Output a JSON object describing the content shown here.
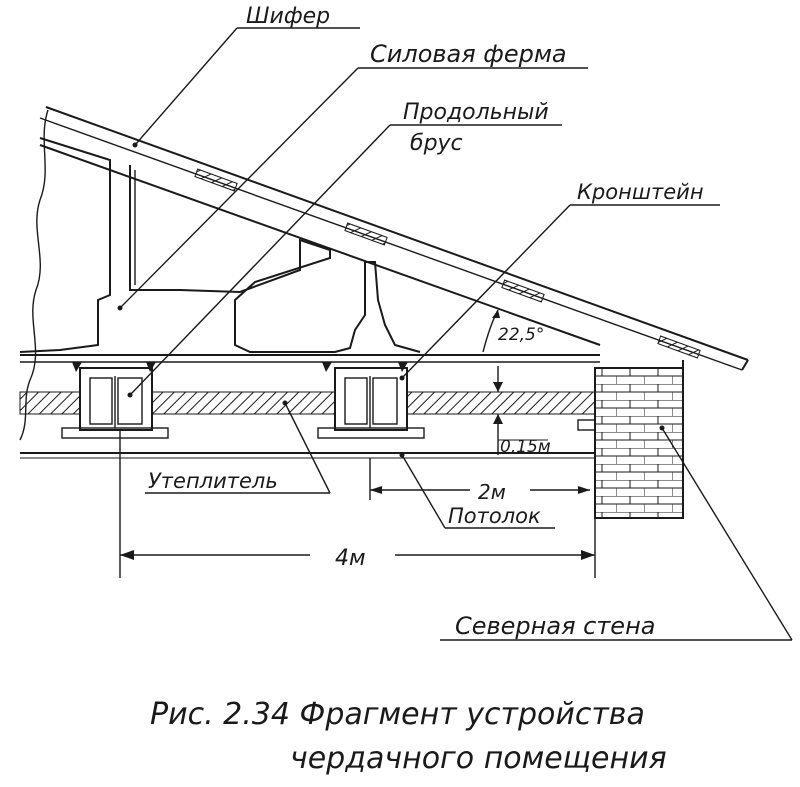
{
  "labels": {
    "slate": "Шифер",
    "truss": "Силовая ферма",
    "beam_line1": "Продольный",
    "beam_line2": "брус",
    "bracket": "Кронштейн",
    "insulation": "Утеплитель",
    "ceiling": "Потолок",
    "north_wall": "Северная стена"
  },
  "dimensions": {
    "angle": "22,5°",
    "gap": "0,15м",
    "span_short": "2м",
    "span_long": "4м"
  },
  "caption": {
    "line1": "Рис. 2.34 Фрагмент устройства",
    "line2": "чердачного помещения"
  },
  "colors": {
    "ink": "#1a1a1a",
    "paper": "#ffffff"
  }
}
